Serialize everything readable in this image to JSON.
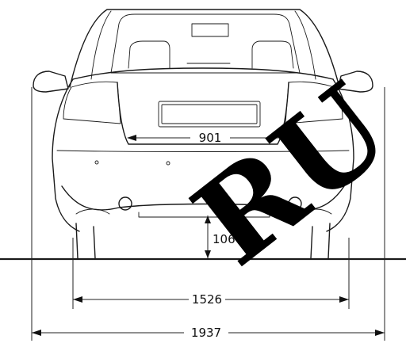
{
  "dimensions": {
    "plate_width": "901",
    "ground_clearance": "106",
    "track_width": "1526",
    "overall_width": "1937"
  },
  "watermark": {
    "letters": "RU",
    "color": "#000000"
  },
  "colors": {
    "line": "#1a1a1a",
    "background": "#ffffff"
  }
}
